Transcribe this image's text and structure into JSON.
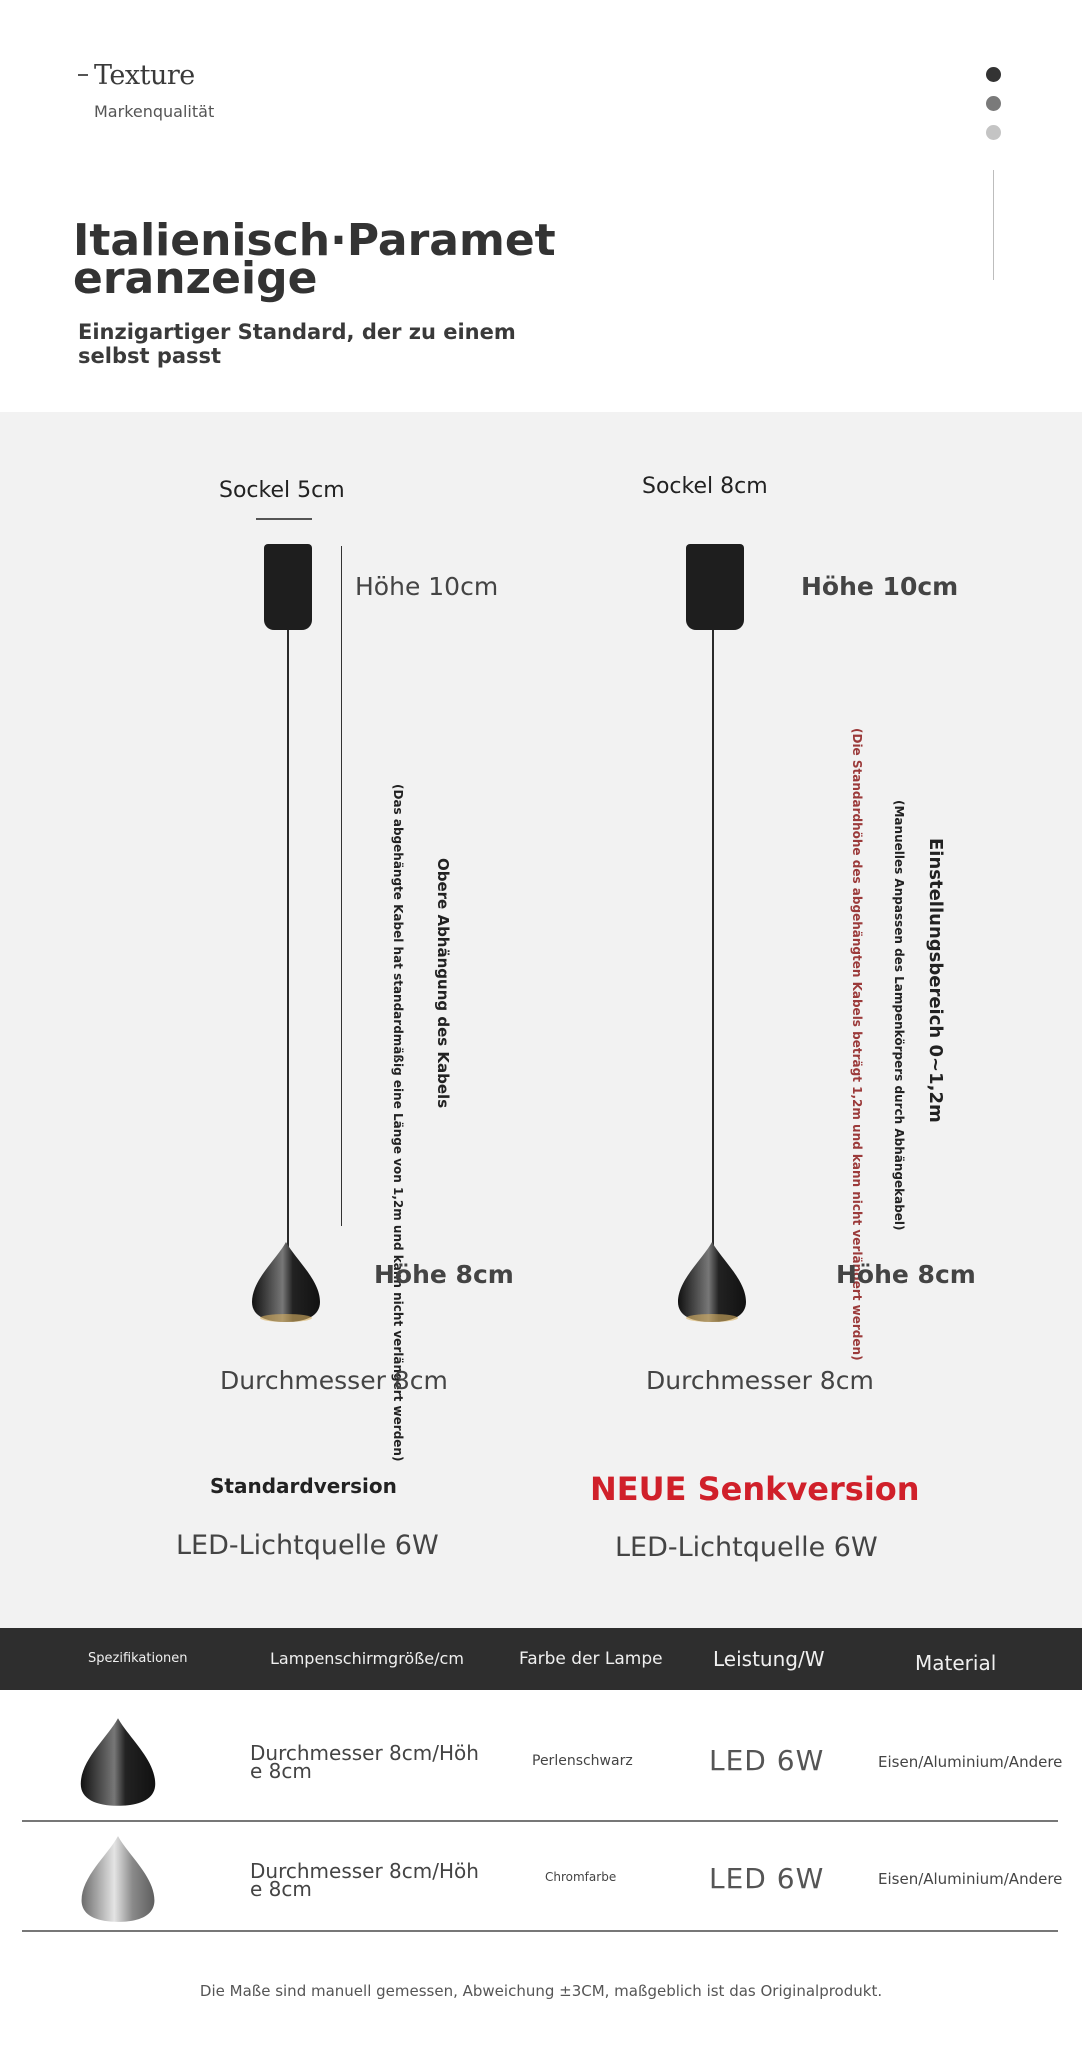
{
  "header": {
    "brand": "Texture",
    "brand_sub": "Markenqualität",
    "title": "Italienisch·Parameteranzeige",
    "subtitle": "Einzigartiger Standard, der zu einem selbst passt"
  },
  "standard": {
    "base": "Sockel 5cm",
    "height_top": "Höhe 10cm",
    "cable_title": "Obere Abhängung des Kabels",
    "cable_note": "(Das abgehängte Kabel hat standardmäßig eine Länge von 1,2m und kann nicht verlängert werden)",
    "height_shade": "Höhe 8cm",
    "diameter": "Durchmesser 8cm",
    "version": "Standardversion",
    "light": "LED-Lichtquelle 6W"
  },
  "new": {
    "base": "Sockel 8cm",
    "height_top": "Höhe 10cm",
    "range": "Einstellungsbereich 0~1,2m",
    "manual_note": "(Manuelles Anpassen des Lampenkörpers durch Abhängekabel)",
    "red_note": "(Die Standardhöhe des abgehängten Kabels beträgt 1,2m und kann nicht verlängert werden)",
    "height_shade": "Höhe 8cm",
    "diameter": "Durchmesser 8cm",
    "version": "NEUE Senkversion",
    "light": "LED-Lichtquelle 6W"
  },
  "table": {
    "headers": [
      "Spezifikationen",
      "Lampenschirmgröße/cm",
      "Farbe der Lampe",
      "Leistung/W",
      "Material"
    ],
    "rows": [
      {
        "size": "Durchmesser 8cm/Höhe 8cm",
        "color": "Perlenschwarz",
        "power": "LED 6W",
        "material": "Eisen/Aluminium/Andere"
      },
      {
        "size": "Durchmesser 8cm/Höhe 8cm",
        "color": "Chromfarbe",
        "power": "LED 6W",
        "material": "Eisen/Aluminium/Andere"
      }
    ]
  },
  "footer": "Die Maße sind manuell gemessen, Abweichung ±3CM, maßgeblich ist das Originalprodukt.",
  "colors": {
    "accent_red": "#d0202a",
    "note_red": "#9b3a3a",
    "header_bg": "#2e2e2e"
  }
}
